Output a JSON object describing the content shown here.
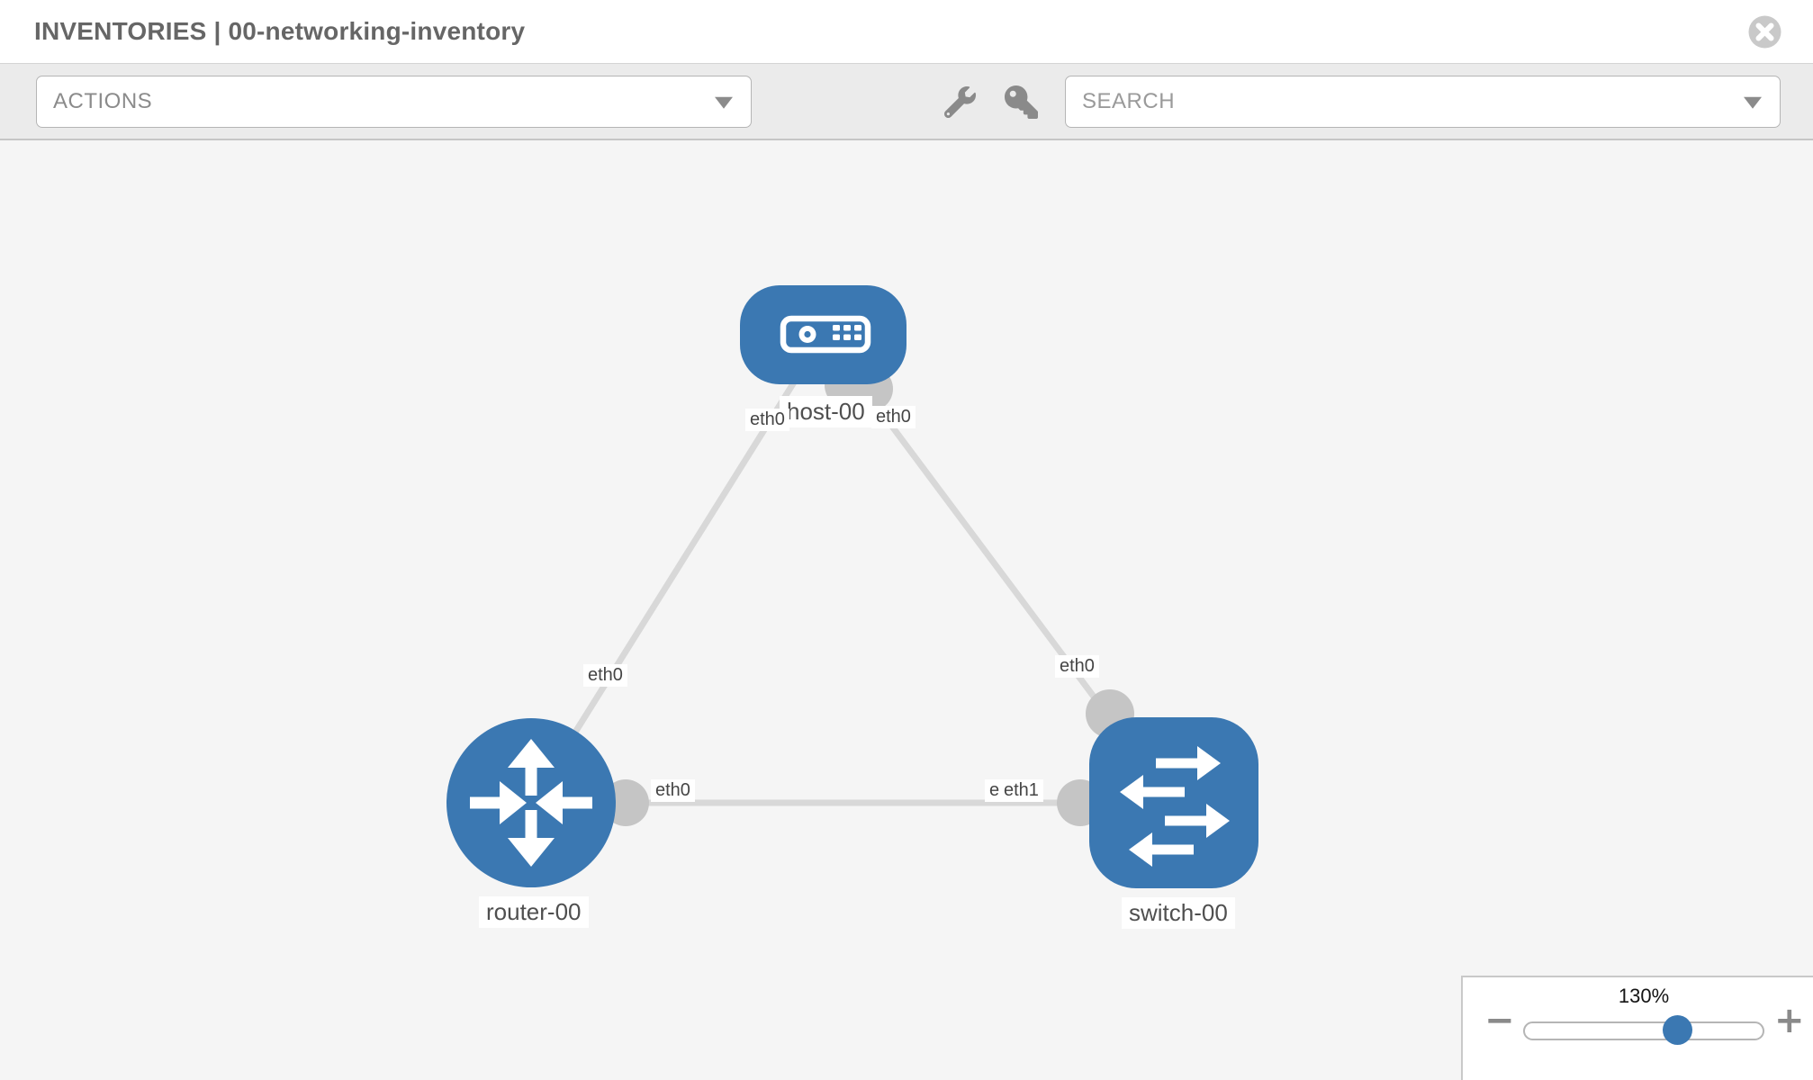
{
  "window": {
    "title": "INVENTORIES | 00-networking-inventory"
  },
  "toolbar": {
    "actions": {
      "label": "ACTIONS"
    },
    "search": {
      "placeholder": "SEARCH"
    },
    "icons": [
      "wrench-icon",
      "key-icon"
    ]
  },
  "topology": {
    "nodes": [
      {
        "id": "host-00",
        "label": "host-00",
        "type": "host",
        "shape": "rounded-rect"
      },
      {
        "id": "router-00",
        "label": "router-00",
        "type": "router",
        "shape": "circle"
      },
      {
        "id": "switch-00",
        "label": "switch-00",
        "type": "switch",
        "shape": "rounded-square"
      }
    ],
    "links": [
      {
        "source": "host-00",
        "target": "router-00"
      },
      {
        "source": "host-00",
        "target": "switch-00"
      },
      {
        "source": "router-00",
        "target": "switch-00"
      }
    ],
    "interface_labels": {
      "host_router_at_host": "eth0",
      "host_switch_at_host": "eth0",
      "host_router_at_router": "eth0",
      "host_switch_at_switch": "eth0",
      "router_switch_at_router": "eth0",
      "router_switch_at_switch_back": "eth0",
      "router_switch_at_switch_front": "eth1"
    }
  },
  "zoom": {
    "value": "130%",
    "minus_symbol": "−",
    "plus_symbol": "+"
  },
  "colors": {
    "node_blue": "#3b78b2",
    "link_gray": "#d8d8d8",
    "endpoint_gray": "#c5c5c5",
    "toolbar_gray": "#ebebeb",
    "canvas_gray": "#f5f5f5"
  }
}
